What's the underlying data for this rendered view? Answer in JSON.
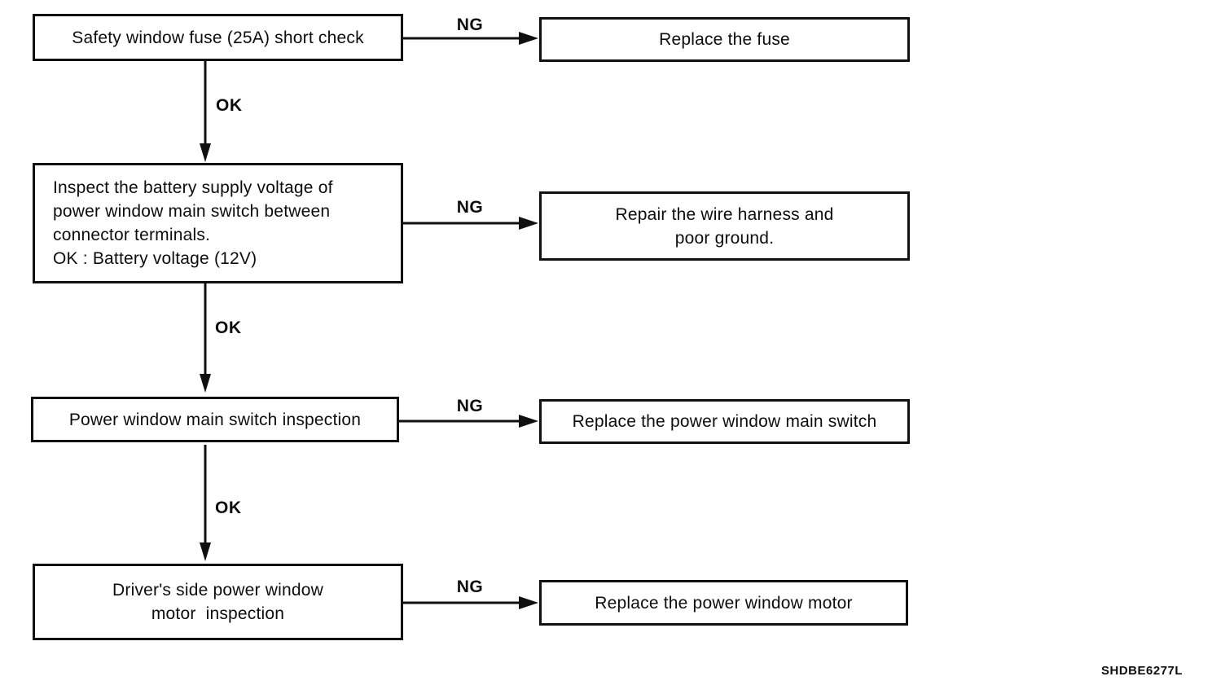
{
  "flowchart": {
    "rows": [
      {
        "check": "Safety window fuse (25A) short check",
        "ng_label": "NG",
        "ng_action": "Replace the fuse",
        "ok_label": "OK"
      },
      {
        "check": "Inspect the battery supply voltage of\npower window main switch between\nconnector terminals.\nOK : Battery voltage (12V)",
        "ng_label": "NG",
        "ng_action": "Repair the wire harness and\npoor ground.",
        "ok_label": "OK"
      },
      {
        "check": "Power window main switch inspection",
        "ng_label": "NG",
        "ng_action": "Replace the power window main switch",
        "ok_label": "OK"
      },
      {
        "check": "Driver's side power window\nmotor  inspection",
        "ng_label": "NG",
        "ng_action": "Replace the power window motor"
      }
    ],
    "figure_code": "SHDBE6277L"
  }
}
